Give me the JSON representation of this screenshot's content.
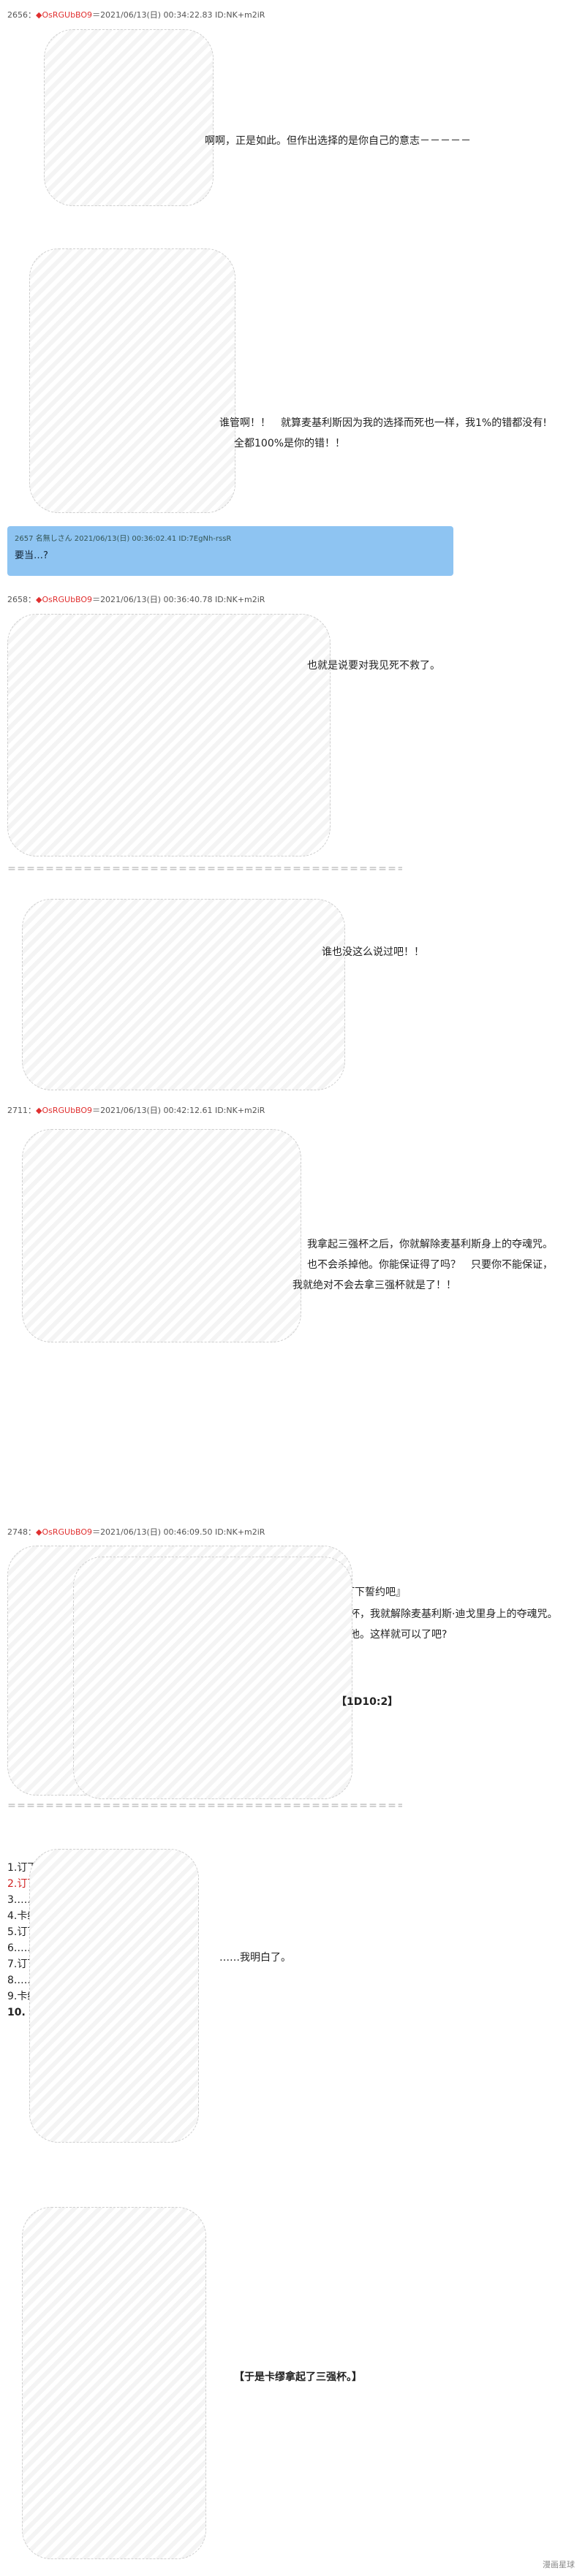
{
  "posts": [
    {
      "num": "2656",
      "name": "◆OsRGUbBO9",
      "date": "2021/06/13(日) 00:34:22.83",
      "id": "ID:NK+m2iR"
    },
    {
      "num": "2658",
      "name": "◆OsRGUbBO9",
      "date": "2021/06/13(日) 00:36:40.78",
      "id": "ID:NK+m2iR"
    },
    {
      "num": "2711",
      "name": "◆OsRGUbBO9",
      "date": "2021/06/13(日) 00:42:12.61",
      "id": "ID:NK+m2iR"
    },
    {
      "num": "2748",
      "name": "◆OsRGUbBO9",
      "date": "2021/06/13(日) 00:46:09.50",
      "id": "ID:NK+m2iR"
    }
  ],
  "reply": {
    "header": "2657 名無しさん 2021/06/13(日) 00:36:02.41 ID:7EgNh-rssR",
    "text": "要当…?"
  },
  "dialogue": {
    "d1": "啊啊，正是如此。但作出选择的是你自己的意志－－－－－",
    "d2a": "谁管啊！！　就算麦基利斯因为我的选择而死也一样，我1%的错都没有!",
    "d2b": "全都100%是你的错！！",
    "d3": "也就是说要对我见死不救了。",
    "d4": "谁也没这么说过吧！！",
    "d5a": "我拿起三强杯之后，你就解除麦基利斯身上的夺魂咒。",
    "d5b": "也不会杀掉他。你能保证得了吗？　只要你不能保证，",
    "d5c": "我就绝对不会去拿三强杯就是了！！",
    "dice1": "【1D10:2】",
    "d6a": "……明白了。『订下誓约吧』",
    "d6b": "只要你去拿三强杯，我就解除麦基利斯·迪戈里身上的夺魂咒。",
    "d6c": "当然也不会杀了他。这样就可以了吧?",
    "d7": "……我明白了。",
    "d8": "【于是卡缪拿起了三强杯。】"
  },
  "separator": "＝＝＝＝＝＝＝＝＝＝＝＝＝＝＝＝＝＝＝＝＝＝＝＝＝＝＝＝＝＝＝＝＝＝＝＝＝＝＝＝＝＝＝＝＝＝＝＝＝＝",
  "options": [
    "1.订下誓约",
    "2.订下誓约",
    "3.……那就订下血盟吧",
    "4.卡缪「趁现在，除你武器！」",
    "5.订下誓约",
    "6.……那就订下血盟吧",
    "7.订下誓约",
    "8.……那就订下血盟吧",
    "9.卡缪「趁现在，除你武器！」",
    "10.【1D2:1】（1.大成功　2.大失败）"
  ],
  "highlight_option_index": 1,
  "colors": {
    "accent": "#d02020",
    "reply_bg": "#8ec4f2"
  },
  "watermark": "漫画星球"
}
